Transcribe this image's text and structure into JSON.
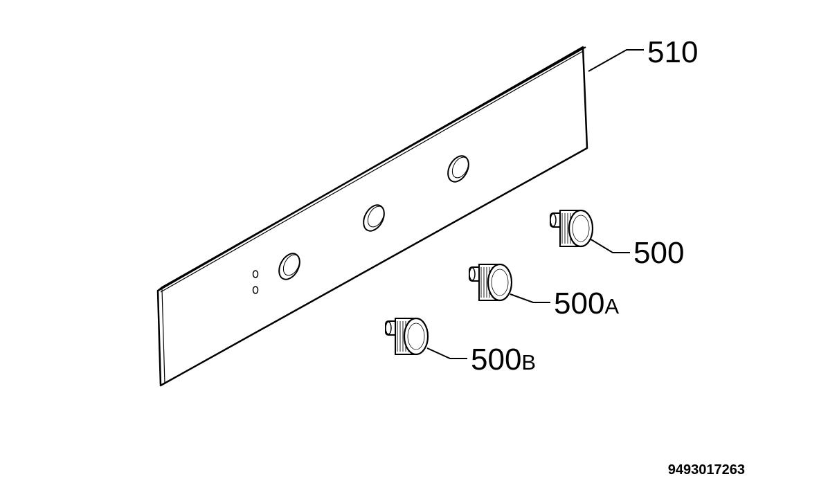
{
  "diagram": {
    "callouts": {
      "panel": {
        "number": "510",
        "suffix": ""
      },
      "knob_top": {
        "number": "500",
        "suffix": ""
      },
      "knob_middle": {
        "number": "500",
        "suffix": "A"
      },
      "knob_bottom": {
        "number": "500",
        "suffix": "B"
      }
    },
    "document_number": "9493017263",
    "colors": {
      "line": "#000000",
      "background": "#ffffff"
    }
  }
}
